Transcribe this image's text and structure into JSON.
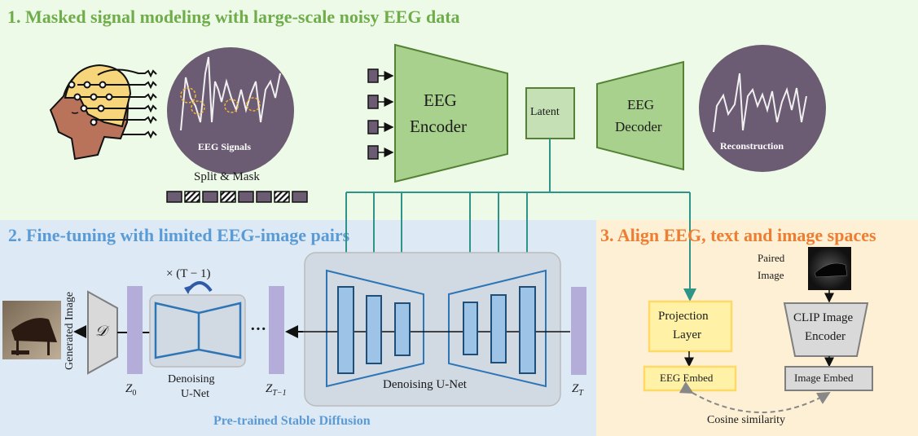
{
  "sections": {
    "s1_title": "1. Masked signal modeling with large-scale noisy EEG data",
    "s2_title": "2. Fine-tuning with limited EEG-image pairs",
    "s3_title": "3. Align EEG, text and image spaces"
  },
  "stage1": {
    "eeg_signals_label": "EEG Signals",
    "split_mask_label": "Split & Mask",
    "mask_pattern": [
      "solid",
      "masked",
      "solid",
      "masked",
      "solid",
      "solid",
      "masked",
      "solid"
    ],
    "encoder_line1": "EEG",
    "encoder_line2": "Encoder",
    "latent_label": "Latent",
    "decoder_line1": "EEG",
    "decoder_line2": "Decoder",
    "reconstruction_label": "Reconstruction"
  },
  "stage2": {
    "generated_image_label": "Generated Image",
    "decoder_symbol": "𝒟",
    "z0_label": "Z",
    "z0_sub": "0",
    "repeat_label": "× (T − 1)",
    "small_unet_line1": "Denoising",
    "small_unet_line2": "U-Net",
    "ellipsis": "···",
    "zt1_label": "Z",
    "zt1_sub": "T−1",
    "unet_label": "Denoising U-Net",
    "zt_label": "Z",
    "zt_sub": "T",
    "pretrained_label": "Pre-trained Stable Diffusion"
  },
  "stage3": {
    "paired_image_line1": "Paired",
    "paired_image_line2": "Image",
    "projection_line1": "Projection",
    "projection_line2": "Layer",
    "clip_line1": "CLIP Image",
    "clip_line2": "Encoder",
    "eeg_embed_label": "EEG Embed",
    "image_embed_label": "Image Embed",
    "cosine_label": "Cosine similarity"
  },
  "colors": {
    "stage1_accent": "#6fac4a",
    "stage2_accent": "#5b9bd5",
    "stage3_accent": "#ed7d31",
    "connector": "#2e9488",
    "signal_circle": "#6b5b73"
  }
}
